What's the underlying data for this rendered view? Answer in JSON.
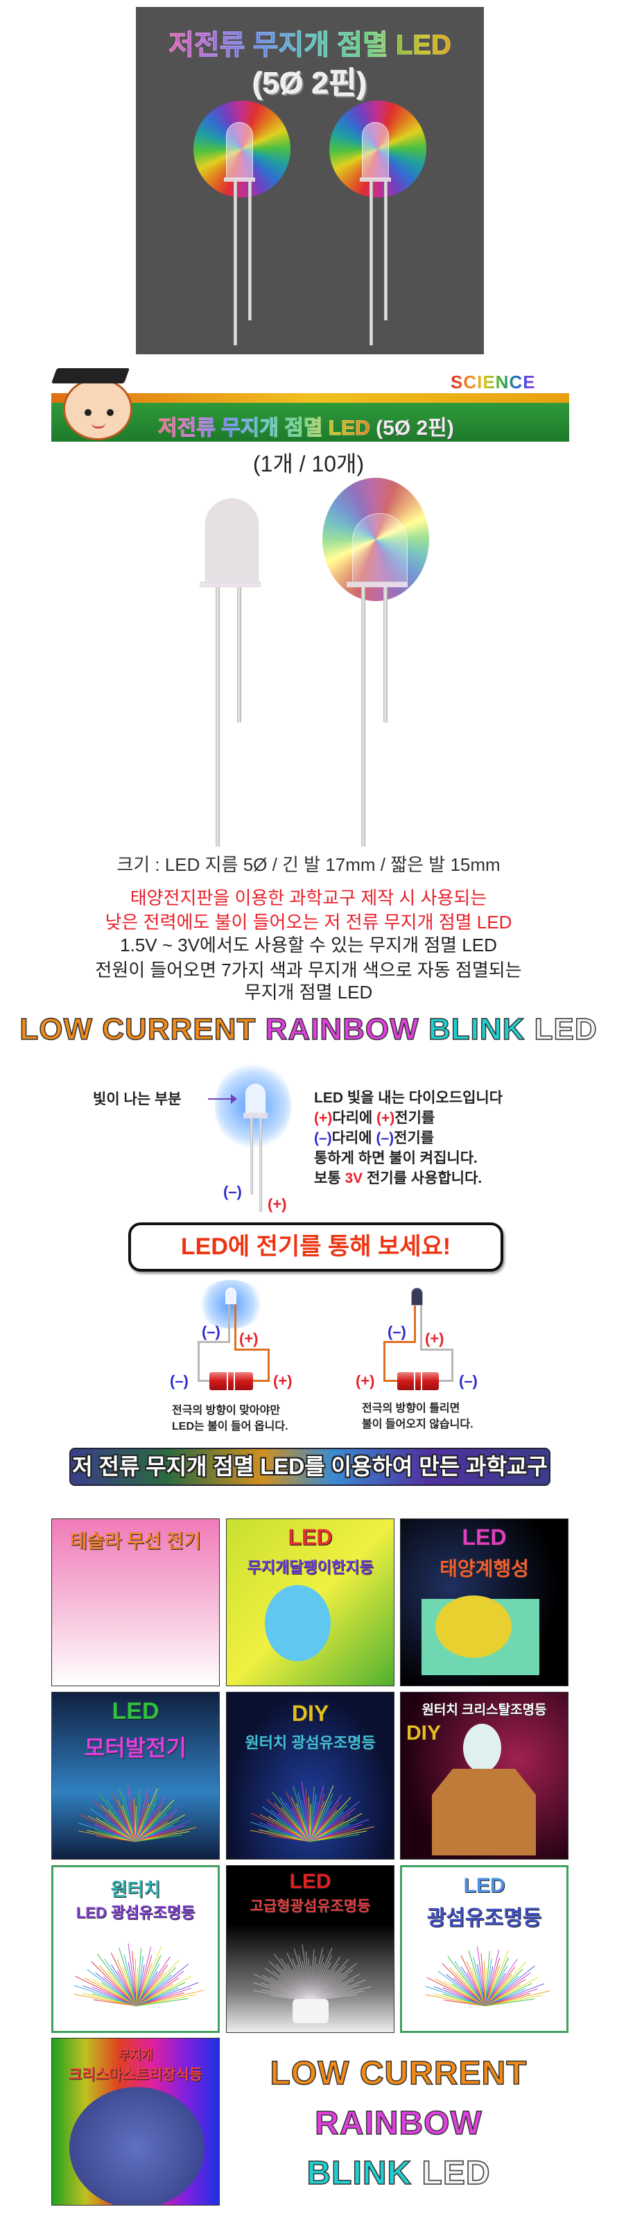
{
  "hero": {
    "title": "저전류 무지개 점멸 LED",
    "subtitle": "(5Ø 2핀)"
  },
  "banner": {
    "badge": "SCIENCE",
    "title_main": "저전류 무지개 점멸 LED",
    "title_suffix": "(5Ø 2핀)"
  },
  "quantity": "(1개 / 10개)",
  "spec": "크기 : LED 지름 5Ø / 긴 발 17mm / 짧은 발 15mm",
  "description": {
    "red_lines": [
      "태양전지판을 이용한 과학교구 제작 시 사용되는",
      "낮은 전력에도 불이 들어오는 저 전류 무지개 점멸 LED"
    ],
    "black_lines": [
      "1.5V ~ 3V에서도 사용할 수 있는 무지개 점멸 LED",
      "전원이 들어오면 7가지 색과 무지개 색으로 자동 점멸되는",
      "무지개 점멸 LED"
    ]
  },
  "tagline": {
    "low": "LOW",
    "current": "CURRENT",
    "rainbow": "RAINBOW",
    "blink": "BLINK",
    "led": "LED"
  },
  "diagram": {
    "light_part_label": "빛이 나는 부분",
    "minus": "(–)",
    "plus": "(+)",
    "line1": "LED 빛을 내는 다이오드입니다",
    "leg_text": "다리에 ",
    "current_text": "전기를",
    "line4": "통하게 하면 불이 켜집니다.",
    "line5_pre": "보통 ",
    "line5_volt": "3V",
    "line5_post": " 전기를 사용합니다."
  },
  "cta": "LED에 전기를 통해 보세요!",
  "circuits": {
    "correct_caption": [
      "전극의 방향이 맞아야만",
      "LED는 불이 들어 옵니다."
    ],
    "wrong_caption": [
      "전극의 방향이 틀리면",
      "불이 들어오지 않습니다."
    ]
  },
  "tools_banner": "저 전류 무지개 점멸 LED를 이용하여 만든 과학교구",
  "tiles": [
    {
      "top": "",
      "title": "테슬라 무선 전기"
    },
    {
      "top": "LED",
      "title": "무지개달팽이한지등"
    },
    {
      "top": "LED",
      "title": "태양계행성"
    },
    {
      "top": "LED",
      "title": "모터발전기"
    },
    {
      "top": "DIY",
      "title": "원터치 광섬유조명등"
    },
    {
      "top": "원터치 크리스탈조명등",
      "title": "DIY"
    },
    {
      "top": "원터치",
      "title": "LED 광섬유조명등"
    },
    {
      "top": "LED",
      "title": "고급형광섬유조명등"
    },
    {
      "top": "LED",
      "title": "광섬유조명등"
    },
    {
      "top": "무지개",
      "title": "크리스마스트리장식등"
    }
  ],
  "colors": {
    "red": "#e8202a",
    "blue": "#2a2ad0",
    "cta": "#ee3311",
    "orange": "#f08a18",
    "pink": "#e040e0",
    "cyan": "#20d0d0"
  }
}
